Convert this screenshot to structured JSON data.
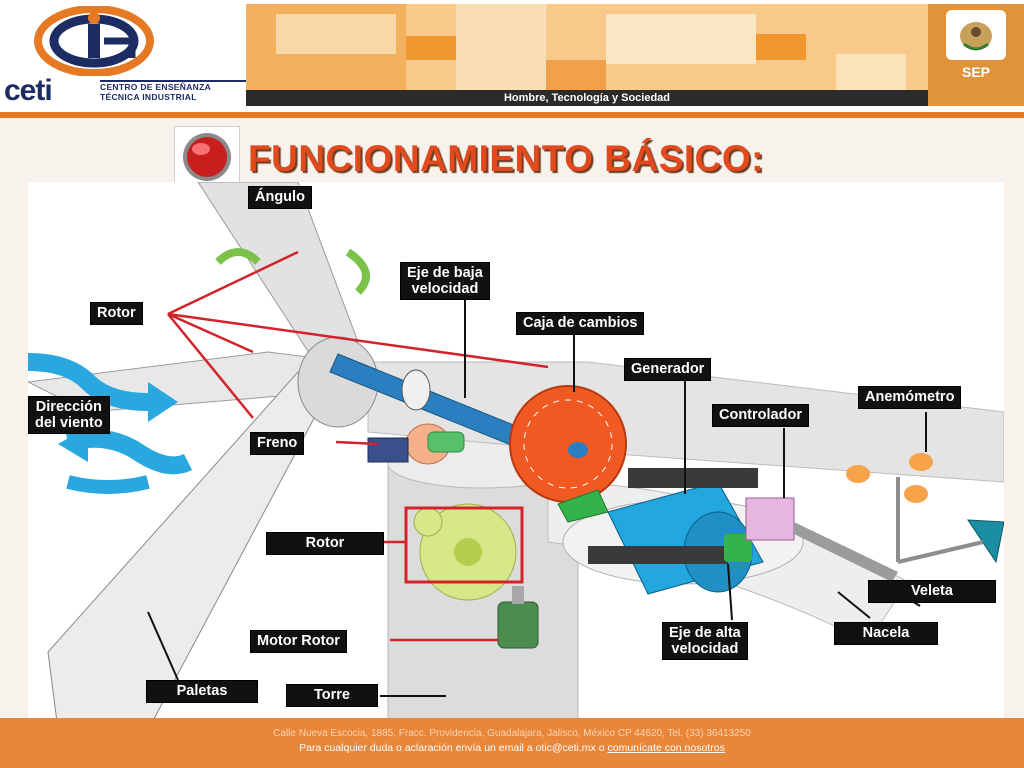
{
  "header": {
    "logo_word": "ceti",
    "logo_line1": "CENTRO DE ENSEÑANZA",
    "logo_line2": "TÉCNICA INDUSTRIAL",
    "tagline": "Hombre, Tecnología y Sociedad",
    "sep_label": "SEP"
  },
  "title": "FUNCIONAMIENTO BÁSICO:",
  "diagram": {
    "labels": {
      "angulo": "Ángulo",
      "rotor_top": "Rotor",
      "eje_baja_1": "Eje de baja",
      "eje_baja_2": "velocidad",
      "caja_cambios": "Caja de cambios",
      "generador": "Generador",
      "anemometro": "Anemómetro",
      "controlador": "Controlador",
      "direccion_1": "Dirección",
      "direccion_2": "del viento",
      "freno": "Freno",
      "rotor_mid": "Rotor",
      "veleta": "Veleta",
      "motor_rotor": "Motor Rotor",
      "nacela": "Nacela",
      "eje_alta_1": "Eje de alta",
      "eje_alta_2": "velocidad",
      "paletas": "Paletas",
      "torre": "Torre"
    },
    "colors": {
      "leader_red": "#d2232a",
      "gear_orange": "#f05a22",
      "shaft_blue": "#2a7fc1",
      "generator_blue": "#22a7df",
      "wind_blue": "#29a8e0",
      "label_bg": "#111111"
    }
  },
  "footer": {
    "address": "Calle Nueva Escocia, 1885, Fracc. Providencia, Guadalajara, Jalisco, México CP 44620, Tel. (33) 36413250",
    "contact_text": "Para cualquier duda o aclaración envía un email a otic@ceti.mx o",
    "contact_link": "comunícate con nosotros"
  }
}
